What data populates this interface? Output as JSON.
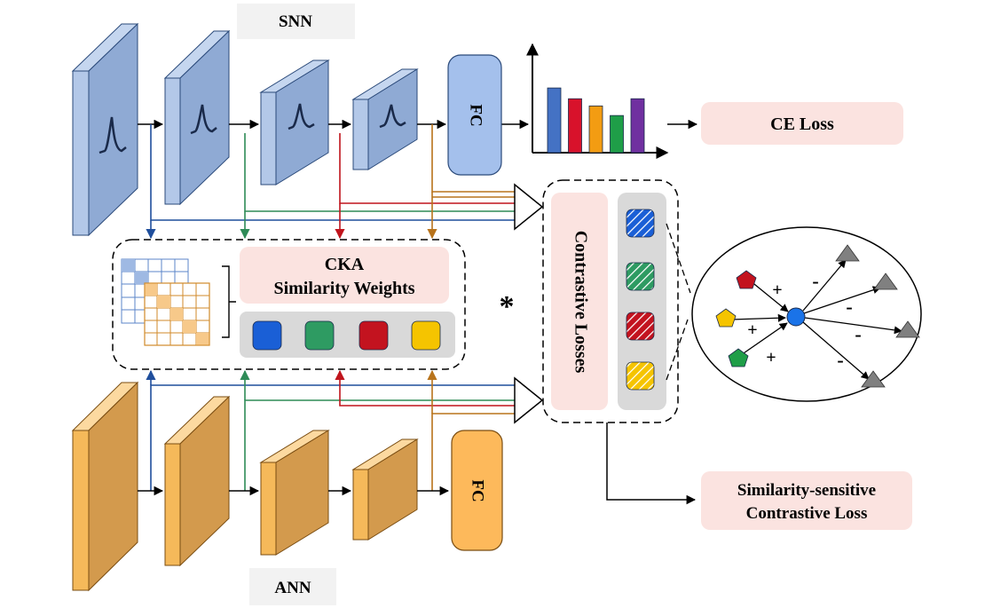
{
  "labels": {
    "snn": "SNN",
    "ann": "ANN",
    "fc_snn": "FC",
    "fc_ann": "FC",
    "ce_loss": "CE Loss",
    "cka_line1": "CKA",
    "cka_line2": "Similarity Weights",
    "contrastive_losses": "Contrastive Losses",
    "star": "*",
    "ssc_line1": "Similarity-sensitive",
    "ssc_line2": "Contrastive Loss",
    "plus": "+",
    "minus": "-"
  },
  "colors": {
    "snn_block": "#9bb5dd",
    "ann_block": "#f5b95a",
    "layer1": "#1f4e9c",
    "layer2": "#2e8b57",
    "layer3": "#c0141c",
    "layer4": "#b8731b",
    "loss_box": "#fbe3e0",
    "gray_panel": "#d9d9d9"
  },
  "chart_data": {
    "type": "bar",
    "categories": [
      "",
      "",
      "",
      "",
      "",
      ""
    ],
    "values": [
      5.4,
      4.5,
      3.9,
      3.1,
      4.5
    ],
    "bar_colors": [
      "#4472c4",
      "#d8122b",
      "#f39c12",
      "#1f9e48",
      "#7030a0"
    ]
  }
}
